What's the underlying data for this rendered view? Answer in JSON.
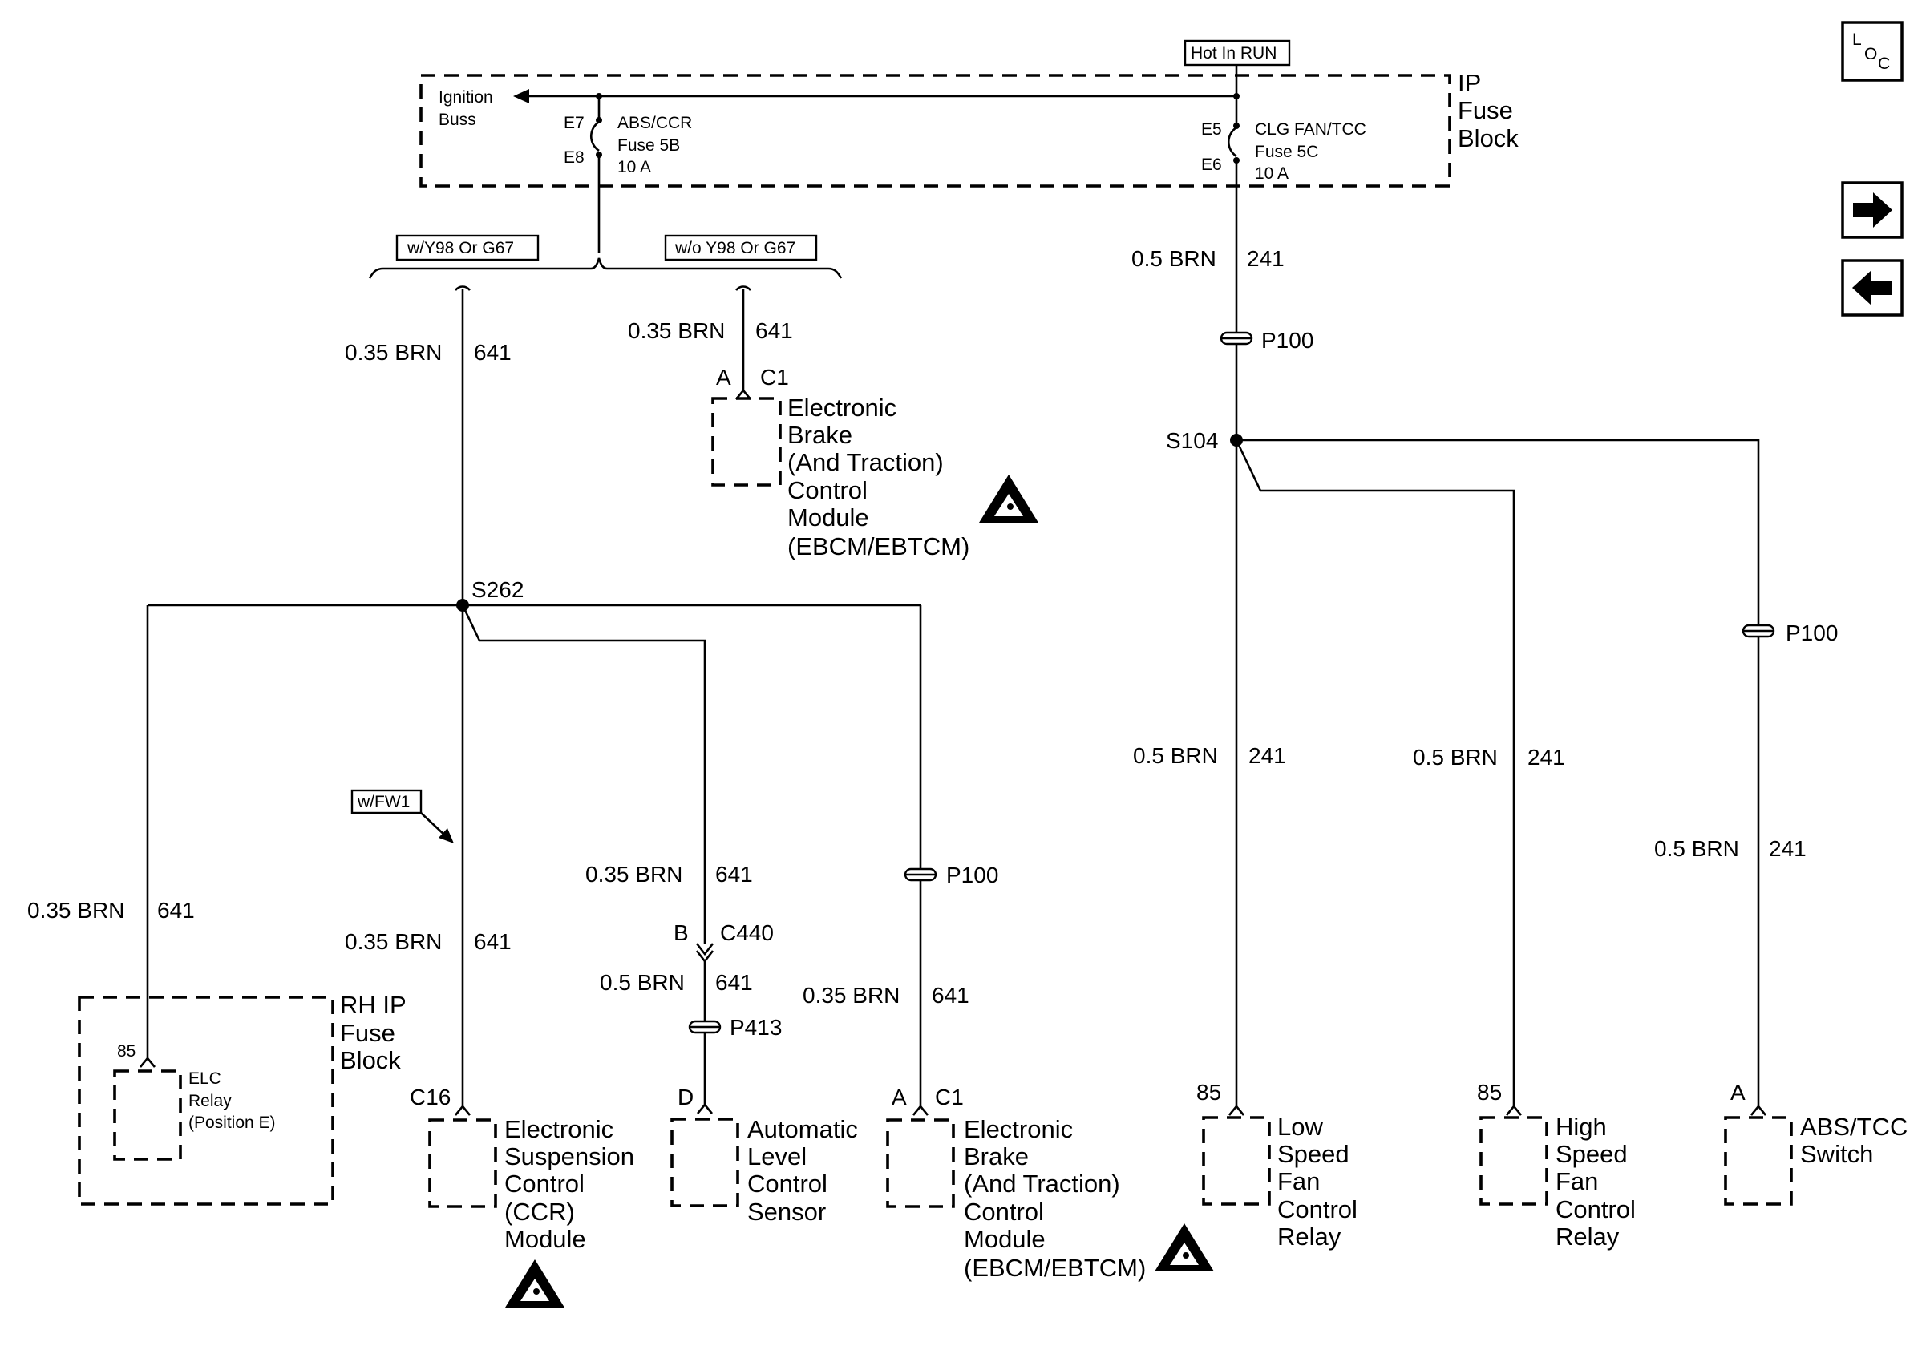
{
  "fuse_block": {
    "label_1": "IP",
    "label_2": "Fuse",
    "label_3": "Block",
    "ignition_1": "Ignition",
    "ignition_2": "Buss",
    "hot_in_run": "Hot In RUN"
  },
  "fuse_5b": {
    "pin_in": "E7",
    "pin_out": "E8",
    "name": "ABS/CCR",
    "id": "Fuse 5B",
    "rating": "10 A"
  },
  "fuse_5c": {
    "pin_in": "E5",
    "pin_out": "E6",
    "name": "CLG FAN/TCC",
    "id": "Fuse 5C",
    "rating": "10 A"
  },
  "options": {
    "with": "w/Y98 Or G67",
    "without": "w/o Y98 Or G67",
    "fw1": "w/FW1"
  },
  "wires": {
    "brn_035": "0.35 BRN",
    "brn_05": "0.5 BRN",
    "circuit_641": "641",
    "circuit_241": "241"
  },
  "splices": {
    "s262": "S262",
    "s104": "S104"
  },
  "connectors": {
    "p100": "P100",
    "p413": "P413",
    "c440": "C440",
    "c440_pin": "B",
    "c16": "C16",
    "c1": "C1",
    "pin_a": "A",
    "pin_d": "D",
    "pin_85": "85"
  },
  "components": {
    "ebcm_lines": [
      "Electronic",
      "Brake",
      "(And Traction)",
      "Control",
      "Module",
      "(EBCM/EBTCM)"
    ],
    "rh_fuse_lines": [
      "RH IP",
      "Fuse",
      "Block"
    ],
    "elc_lines": [
      "ELC",
      "Relay",
      "(Position E)"
    ],
    "esc_lines": [
      "Electronic",
      "Suspension",
      "Control",
      "(CCR)",
      "Module"
    ],
    "als_lines": [
      "Automatic",
      "Level",
      "Control",
      "Sensor"
    ],
    "lsf_lines": [
      "Low",
      "Speed",
      "Fan",
      "Control",
      "Relay"
    ],
    "hsf_lines": [
      "High",
      "Speed",
      "Fan",
      "Control",
      "Relay"
    ],
    "abs_lines": [
      "ABS/TCC",
      "Switch"
    ]
  },
  "nav": {
    "loc_l": "L",
    "loc_o": "O",
    "loc_c": "C"
  }
}
